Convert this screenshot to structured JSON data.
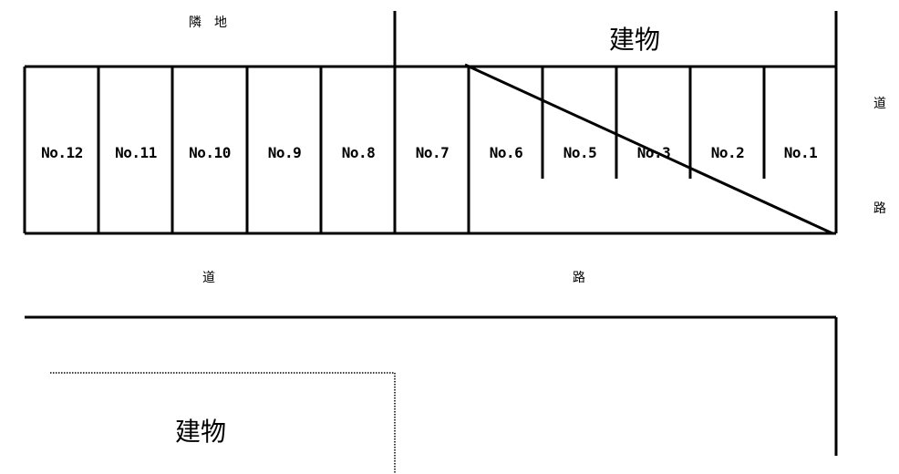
{
  "neighbor_land": "隣　地",
  "building_top": "建物",
  "building_bottom": "建物",
  "road_right": [
    "道",
    "路"
  ],
  "road_middle": [
    "道",
    "路"
  ],
  "parking_slots": [
    "No.12",
    "No.11",
    "No.10",
    "No.9",
    "No.8",
    "No.7",
    "No.6",
    "No.5",
    "No.3",
    "No.2",
    "No.1"
  ]
}
